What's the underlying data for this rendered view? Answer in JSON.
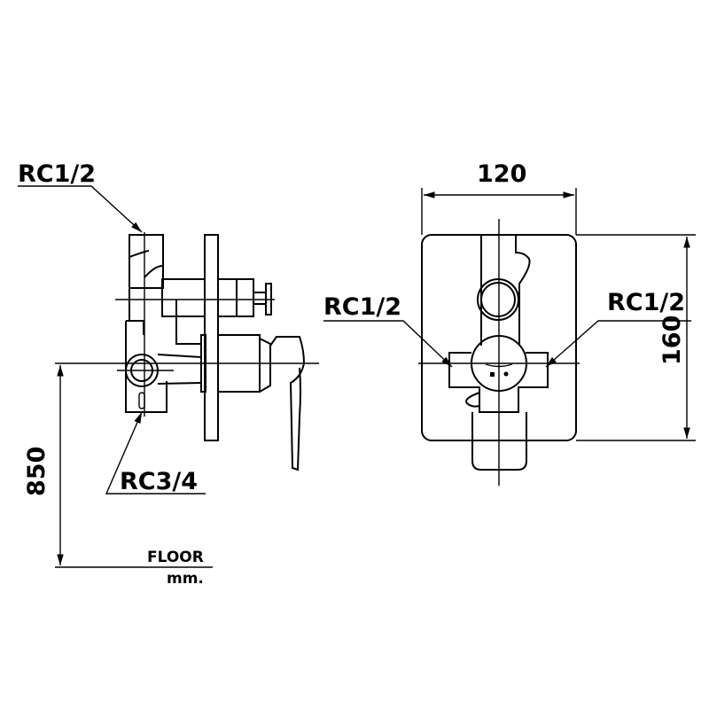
{
  "title": "Concealed bath/shower mixer dimension drawing",
  "side_view": {
    "inlet_top_label": "RC1/2",
    "outlet_label": "RC3/4",
    "height_dim": "850",
    "floor_label": "FLOOR",
    "unit_label": "mm."
  },
  "front_view": {
    "width_dim": "120",
    "height_dim": "160",
    "inlet_left_label": "RC1/2",
    "inlet_right_label": "RC1/2"
  },
  "colors": {
    "line": "#000000",
    "background": "#ffffff"
  }
}
